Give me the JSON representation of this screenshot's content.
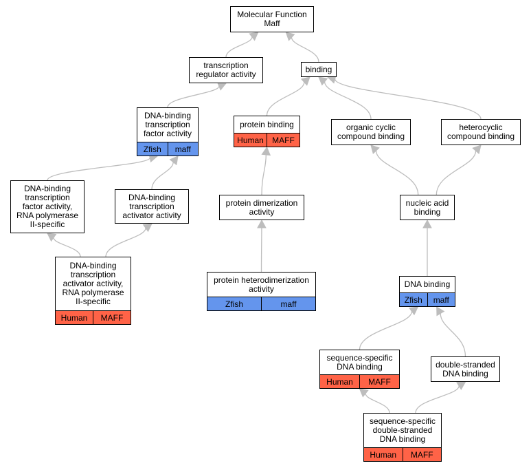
{
  "colors": {
    "edge": "#bdbdbd",
    "zfish": "#6495ed",
    "human": "#ff6347"
  },
  "nodes": {
    "mf": {
      "label": "Molecular Function\nMaff"
    },
    "tra": {
      "label": "transcription\nregulator activity"
    },
    "binding": {
      "label": "binding"
    },
    "dbtfa": {
      "label": "DNA-binding\ntranscription\nfactor activity",
      "tags": [
        {
          "species": "zfish",
          "species_label": "Zfish",
          "gene": "maff"
        }
      ]
    },
    "pb": {
      "label": "protein binding",
      "tags": [
        {
          "species": "human",
          "species_label": "Human",
          "gene": "MAFF"
        }
      ]
    },
    "occb": {
      "label": "organic cyclic\ncompound binding"
    },
    "hcb": {
      "label": "heterocyclic\ncompound binding"
    },
    "dbtfa_pol2": {
      "label": "DNA-binding\ntranscription\nfactor activity,\nRNA polymerase\nII-specific"
    },
    "dbtaa": {
      "label": "DNA-binding\ntranscription\nactivator activity"
    },
    "pda": {
      "label": "protein dimerization\nactivity"
    },
    "nab": {
      "label": "nucleic acid\nbinding"
    },
    "dbtaa_pol2": {
      "label": "DNA-binding\ntranscription\nactivator activity,\nRNA polymerase\nII-specific",
      "tags": [
        {
          "species": "human",
          "species_label": "Human",
          "gene": "MAFF"
        }
      ]
    },
    "phda": {
      "label": "protein heterodimerization\nactivity",
      "tags": [
        {
          "species": "zfish",
          "species_label": "Zfish",
          "gene": "maff"
        }
      ]
    },
    "dnab": {
      "label": "DNA binding",
      "tags": [
        {
          "species": "zfish",
          "species_label": "Zfish",
          "gene": "maff"
        }
      ]
    },
    "ssdb": {
      "label": "sequence-specific\nDNA binding",
      "tags": [
        {
          "species": "human",
          "species_label": "Human",
          "gene": "MAFF"
        }
      ]
    },
    "dsdb": {
      "label": "double-stranded\nDNA binding"
    },
    "ssdsdb": {
      "label": "sequence-specific\ndouble-stranded\nDNA binding",
      "tags": [
        {
          "species": "human",
          "species_label": "Human",
          "gene": "MAFF"
        }
      ]
    }
  },
  "edges": [
    [
      "tra",
      "mf"
    ],
    [
      "binding",
      "mf"
    ],
    [
      "dbtfa",
      "tra"
    ],
    [
      "pb",
      "binding"
    ],
    [
      "occb",
      "binding"
    ],
    [
      "hcb",
      "binding"
    ],
    [
      "dbtfa_pol2",
      "dbtfa"
    ],
    [
      "dbtaa",
      "dbtfa"
    ],
    [
      "dbtaa_pol2",
      "dbtfa_pol2"
    ],
    [
      "dbtaa_pol2",
      "dbtaa"
    ],
    [
      "pda",
      "pb"
    ],
    [
      "phda",
      "pda"
    ],
    [
      "nab",
      "occb"
    ],
    [
      "nab",
      "hcb"
    ],
    [
      "dnab",
      "nab"
    ],
    [
      "ssdb",
      "dnab"
    ],
    [
      "dsdb",
      "dnab"
    ],
    [
      "ssdsdb",
      "ssdb"
    ],
    [
      "ssdsdb",
      "dsdb"
    ]
  ]
}
